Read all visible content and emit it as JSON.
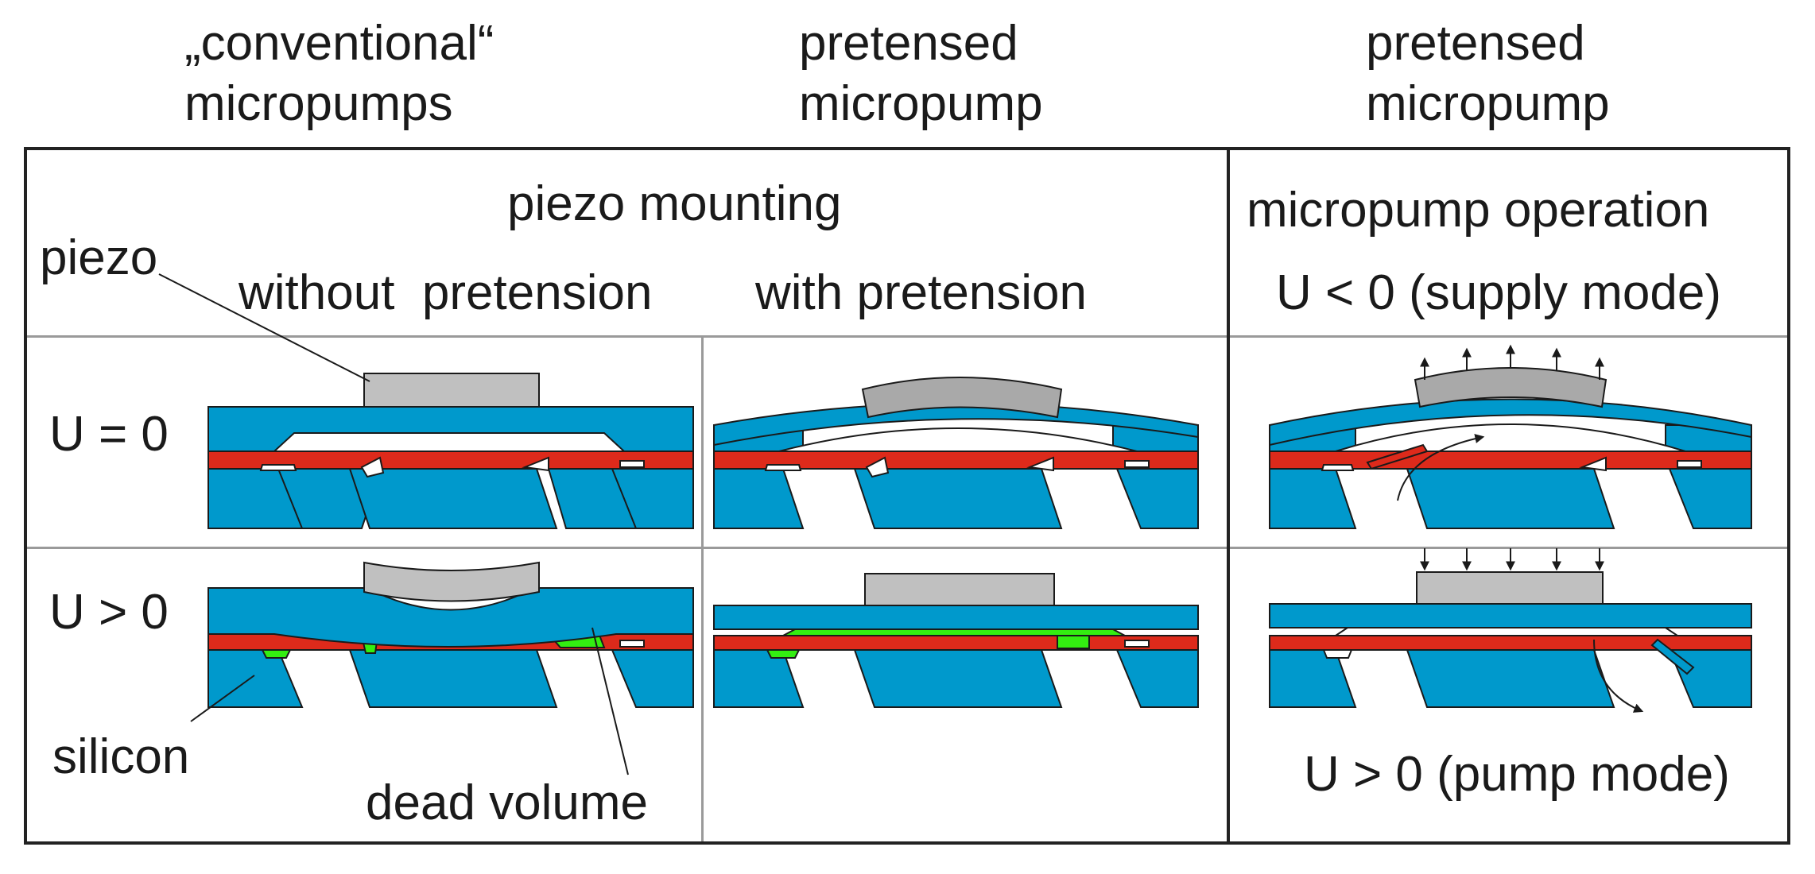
{
  "header": {
    "col1_line1": "„conventional“",
    "col1_line2": "micropumps",
    "col2_line1": "pretensed",
    "col2_line2": "micropump",
    "col3_line1": "pretensed",
    "col3_line2": "micropump"
  },
  "table": {
    "piezo_mounting": "piezo mounting",
    "without_pretension": "without  pretension",
    "with_pretension": "with pretension",
    "micropump_operation": "micropump operation",
    "supply_mode": "U < 0 (supply mode)",
    "pump_mode": "U > 0 (pump mode)",
    "row1_label": "U = 0",
    "row2_label": "U > 0"
  },
  "callouts": {
    "piezo": "piezo",
    "silicon": "silicon",
    "dead_volume": "dead volume"
  },
  "colors": {
    "silicon": "#0099cc",
    "valve_layer": "#dd2a1b",
    "piezo": "#c0c0c0",
    "dead_volume": "#33ee11",
    "outline": "#1a1a1a",
    "grid": "#9a9a9a"
  }
}
